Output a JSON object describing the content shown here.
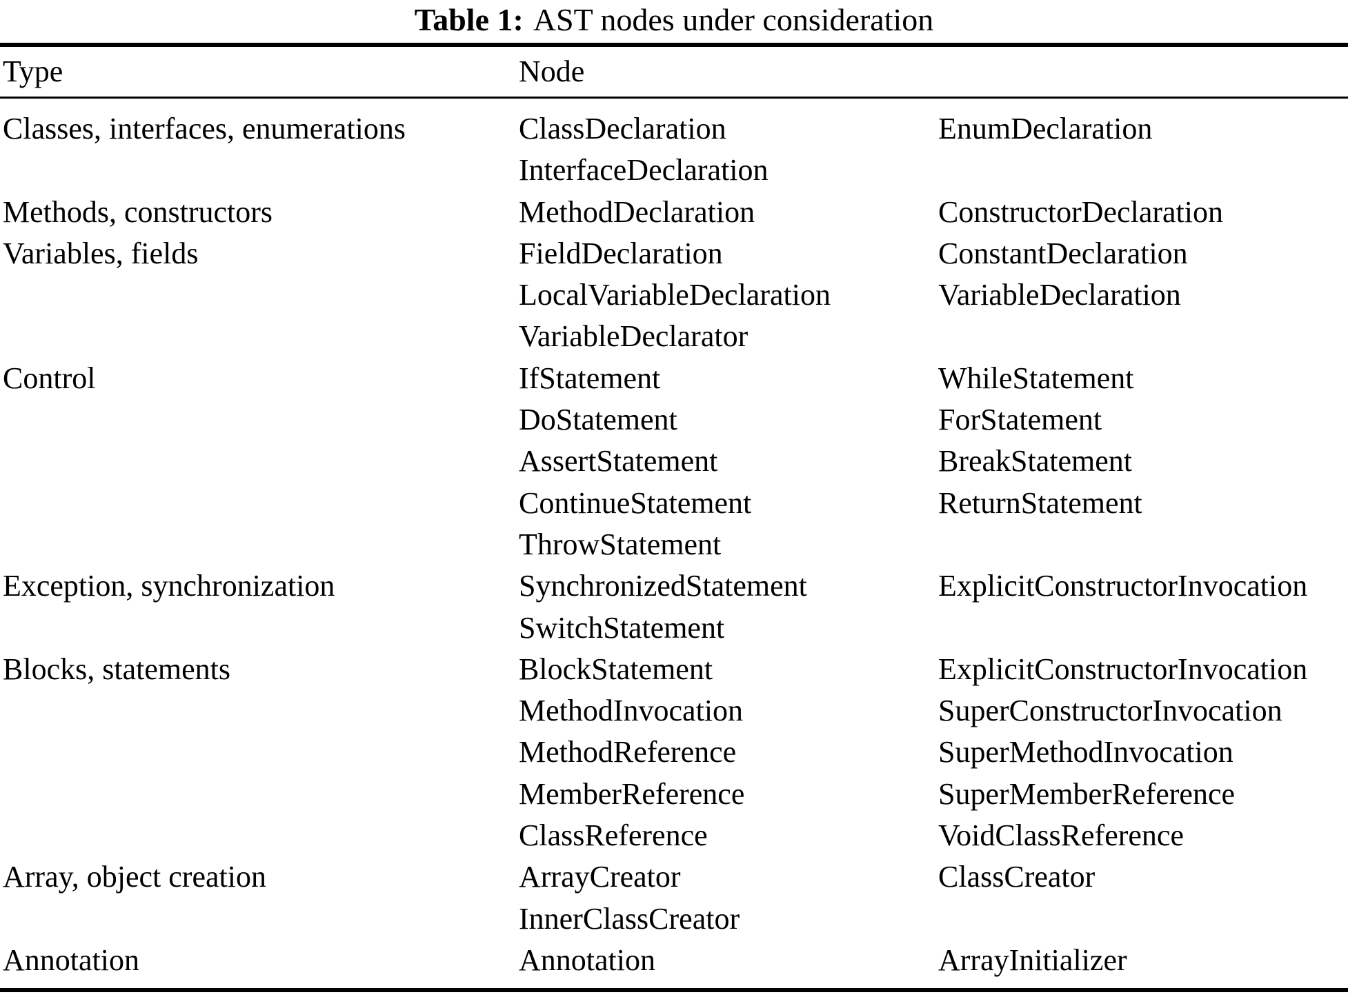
{
  "title": {
    "prefix": "Table 1:",
    "text": "AST nodes under consideration"
  },
  "colors": {
    "text": "#000000",
    "background": "#ffffff"
  },
  "table": {
    "headers": {
      "type": "Type",
      "node": "Node"
    },
    "groups": [
      {
        "type": "Classes, interfaces, enumerations",
        "rows": [
          [
            "ClassDeclaration",
            "EnumDeclaration"
          ],
          [
            "InterfaceDeclaration",
            ""
          ]
        ]
      },
      {
        "type": "Methods, constructors",
        "rows": [
          [
            "MethodDeclaration",
            "ConstructorDeclaration"
          ]
        ]
      },
      {
        "type": "Variables, fields",
        "rows": [
          [
            "FieldDeclaration",
            "ConstantDeclaration"
          ],
          [
            "LocalVariableDeclaration",
            "VariableDeclaration"
          ],
          [
            "VariableDeclarator",
            ""
          ]
        ]
      },
      {
        "type": "Control",
        "rows": [
          [
            "IfStatement",
            "WhileStatement"
          ],
          [
            "DoStatement",
            "ForStatement"
          ],
          [
            "AssertStatement",
            "BreakStatement"
          ],
          [
            "ContinueStatement",
            "ReturnStatement"
          ],
          [
            "ThrowStatement",
            ""
          ]
        ]
      },
      {
        "type": "Exception, synchronization",
        "rows": [
          [
            "SynchronizedStatement",
            "ExplicitConstructorInvocation"
          ],
          [
            "SwitchStatement",
            ""
          ]
        ]
      },
      {
        "type": "Blocks, statements",
        "rows": [
          [
            "BlockStatement",
            "ExplicitConstructorInvocation"
          ],
          [
            "MethodInvocation",
            "SuperConstructorInvocation"
          ],
          [
            "MethodReference",
            "SuperMethodInvocation"
          ],
          [
            "MemberReference",
            "SuperMemberReference"
          ],
          [
            "ClassReference",
            "VoidClassReference"
          ]
        ]
      },
      {
        "type": "Array, object creation",
        "rows": [
          [
            "ArrayCreator",
            "ClassCreator"
          ],
          [
            "InnerClassCreator",
            ""
          ]
        ]
      },
      {
        "type": "Annotation",
        "rows": [
          [
            "Annotation",
            "ArrayInitializer"
          ]
        ]
      }
    ]
  }
}
